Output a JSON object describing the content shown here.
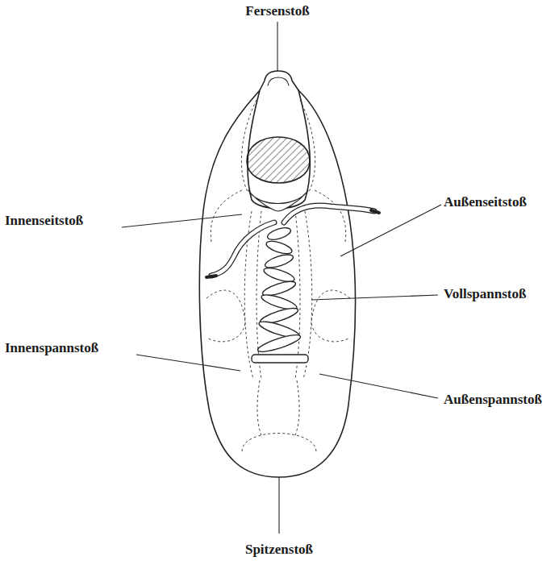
{
  "diagram": {
    "labels": [
      "Fersenstoß",
      "Außenseitstoß",
      "Innenseitstoß",
      "Vollspannstoß",
      "Innenspannstoß",
      "Außenspannstoß",
      "Spitzenstoß"
    ]
  }
}
